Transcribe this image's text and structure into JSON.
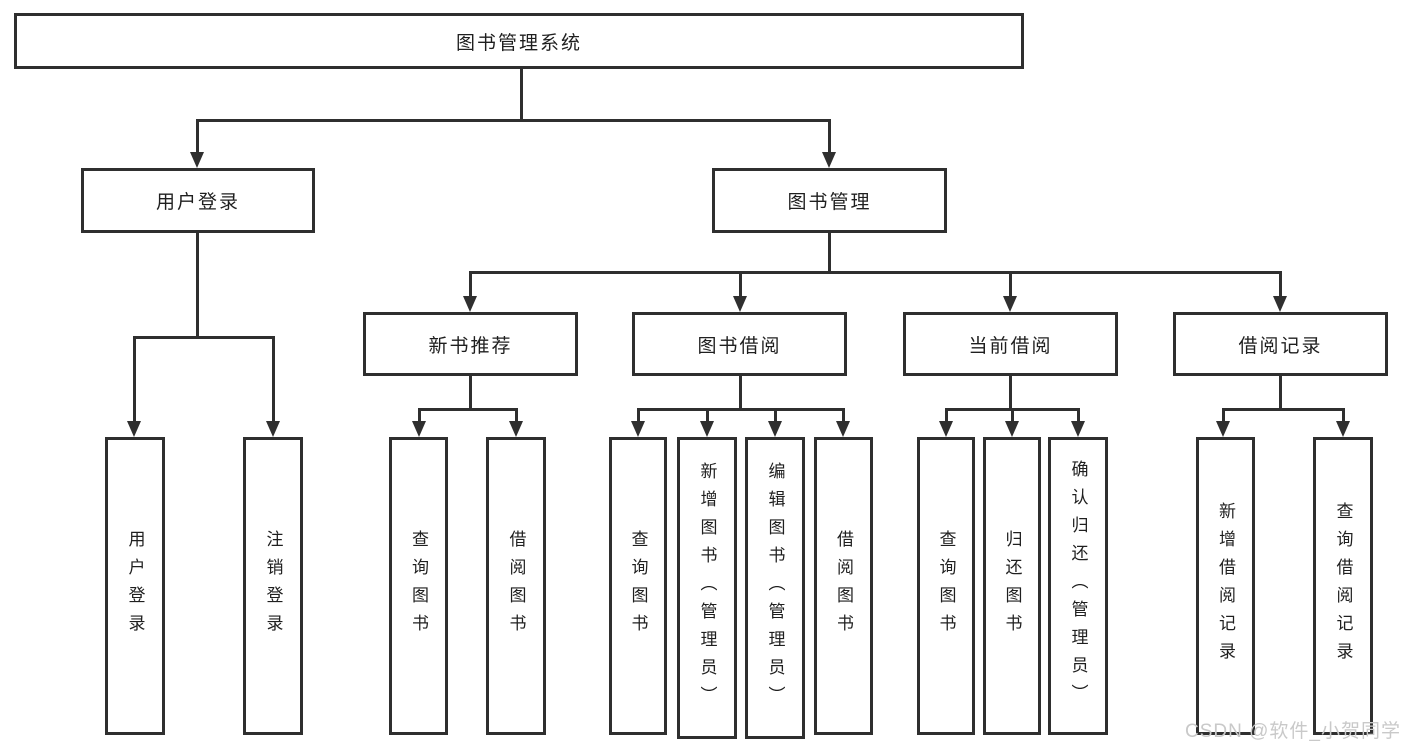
{
  "colors": {
    "line": "#2f2f2f",
    "text": "#1f1f1f",
    "box_bg": "#ffffff",
    "watermark": "#c9c9c9"
  },
  "nodes": {
    "root": "图书管理系统",
    "user_login": "用户登录",
    "book_mgmt": "图书管理",
    "new_book_rec": "新书推荐",
    "book_borrow": "图书借阅",
    "current_borrow": "当前借阅",
    "borrow_records": "借阅记录",
    "ul_children": [
      "用户登录",
      "注销登录"
    ],
    "nb_children": [
      "查询图书",
      "借阅图书"
    ],
    "bb_children": [
      "查询图书",
      "新增图书（管理员）",
      "编辑图书（管理员）",
      "借阅图书"
    ],
    "cb_children": [
      "查询图书",
      "归还图书",
      "确认归还（管理员）"
    ],
    "br_children": [
      "新增借阅记录",
      "查询借阅记录"
    ]
  },
  "watermark": "CSDN @软件_小贺同学"
}
